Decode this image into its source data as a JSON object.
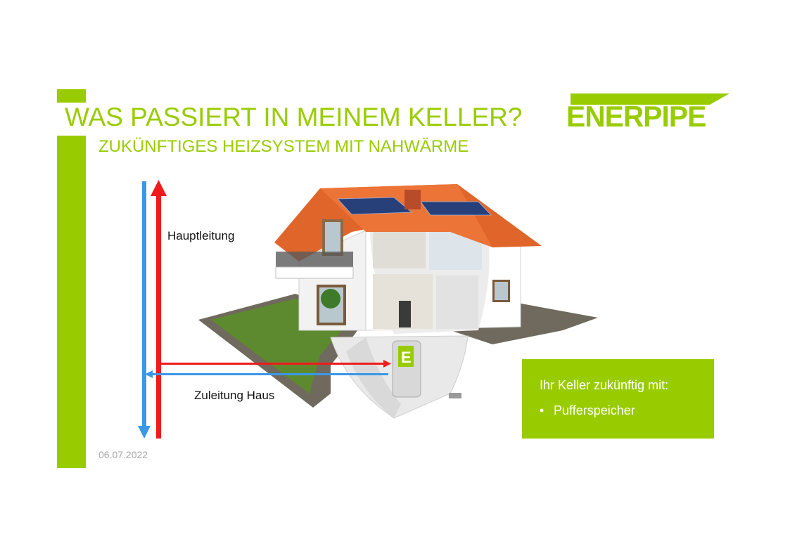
{
  "slide": {
    "title": "WAS PASSIERT IN MEINEM KELLER?",
    "subtitle": "ZUKÜNFTIGES HEIZSYSTEM MIT NAHWÄRME",
    "date": "06.07.2022"
  },
  "logo": {
    "text": "ENERPIPE",
    "color": "#99cc00"
  },
  "diagram": {
    "main_line_label": "Hauptleitung",
    "house_feed_label": "Zuleitung Haus",
    "supply_color": "#ee1c1c",
    "return_color": "#3b97e8",
    "house_image": "house-cutaway-illustration"
  },
  "info_box": {
    "heading": "Ihr Keller zukünftig mit:",
    "items": [
      "Pufferspeicher"
    ]
  },
  "colors": {
    "accent": "#99cc00",
    "text": "#111111",
    "date": "#a6a6a6"
  }
}
